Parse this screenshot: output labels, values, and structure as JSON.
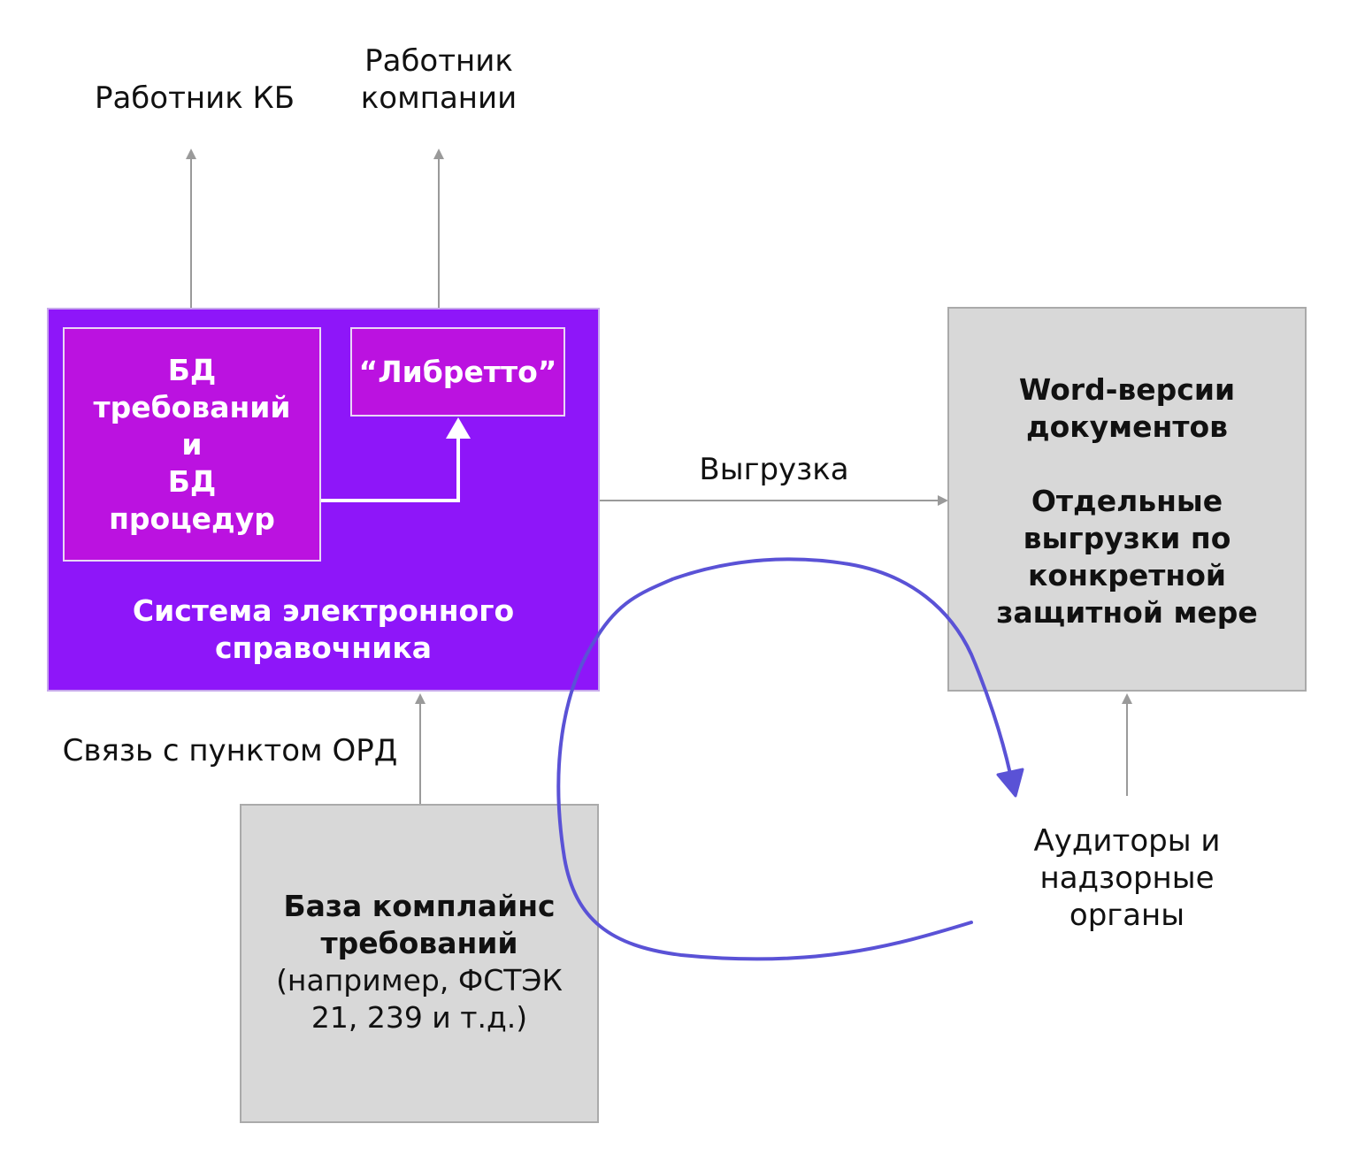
{
  "actors": {
    "worker_kb": "Работник КБ",
    "worker_company": [
      "Работник",
      "компании"
    ],
    "auditors": [
      "Аудиторы и",
      "надзорные",
      "органы"
    ]
  },
  "system": {
    "title": [
      "Система электронного",
      "справочника"
    ],
    "db_box": [
      "БД",
      "требований",
      "и",
      "БД",
      "процедур"
    ],
    "libretto": "“Либретто”"
  },
  "word_box": {
    "title": [
      "Word-версии",
      "документов"
    ],
    "subtitle": [
      "Отдельные",
      "выгрузки по",
      "конкретной",
      "защитной мере"
    ]
  },
  "compliance_box": {
    "title": [
      "База комплайнс",
      "требований"
    ],
    "note": [
      "(например, ФСТЭК",
      "21, 239 и т.д.)"
    ]
  },
  "edge_labels": {
    "export": "Выгрузка",
    "ord_link": "Связь с пунктом ОРД"
  },
  "colors": {
    "system_fill": "#8e16f9",
    "inner_fill": "#bb12e0",
    "grey_fill": "#d8d8d8",
    "arrow_gray": "#9a9a9a",
    "hand_arrow": "#5a52d6"
  }
}
